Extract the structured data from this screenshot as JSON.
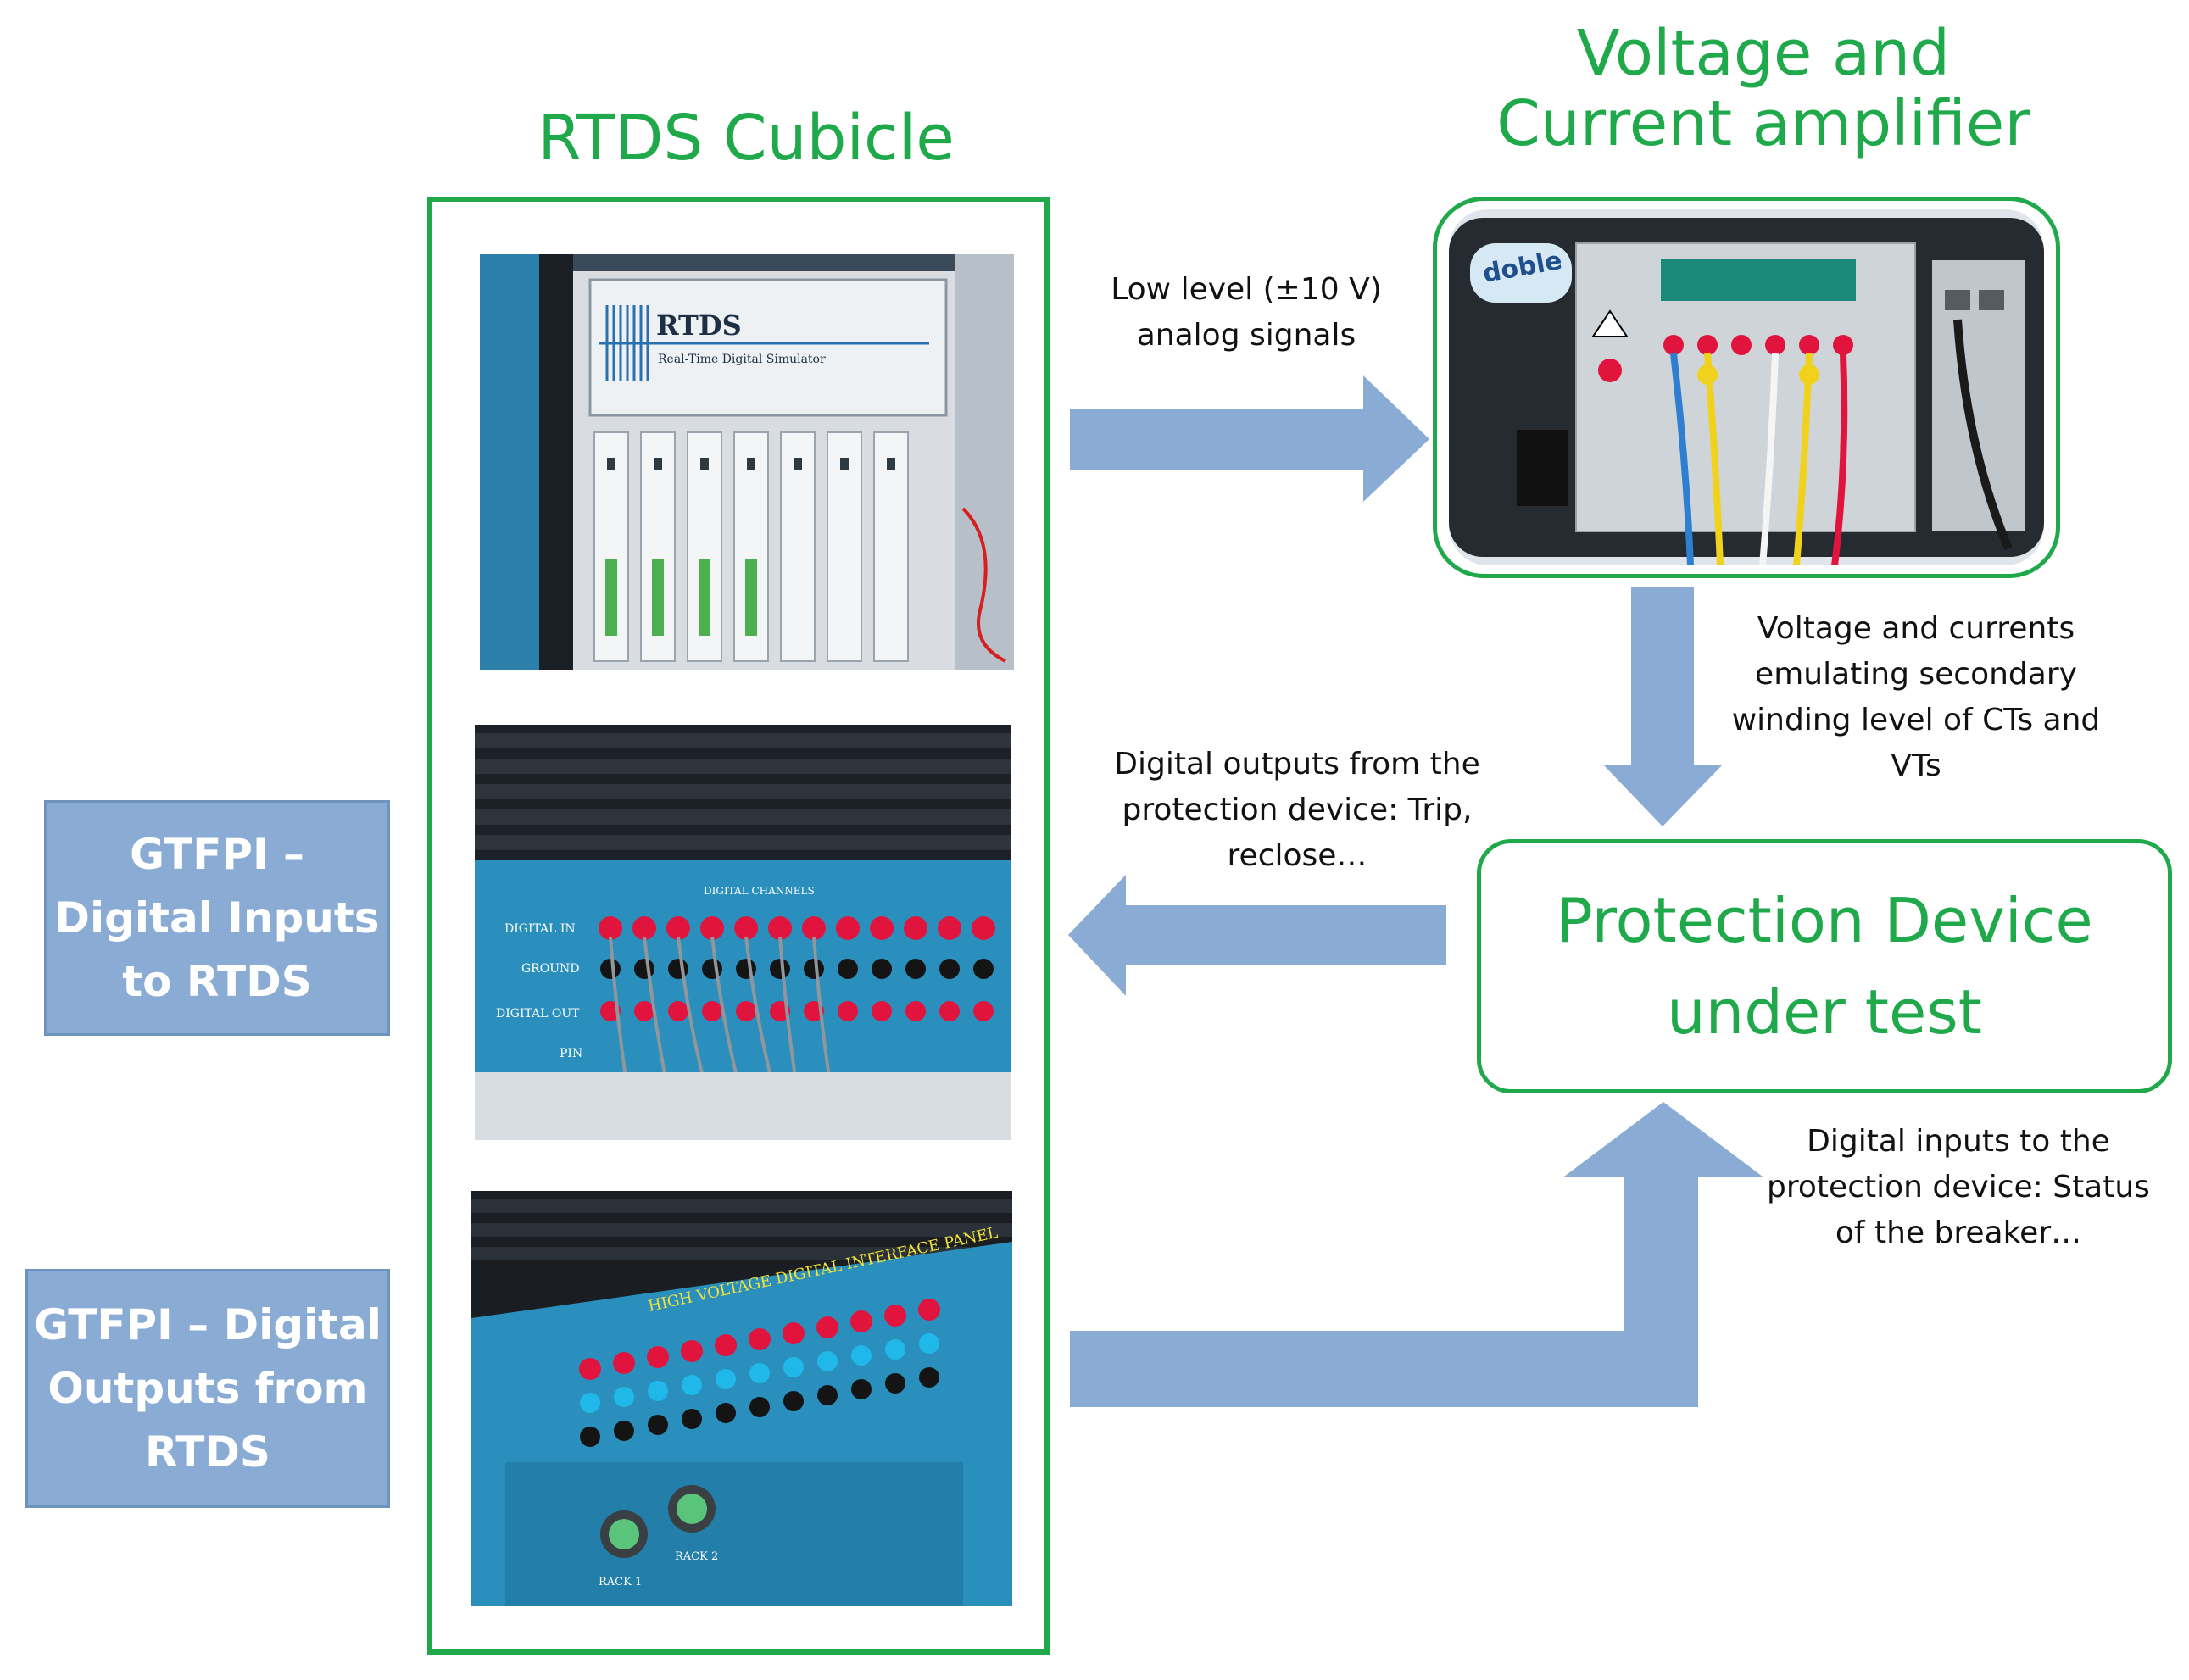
{
  "colors": {
    "accent_green": "#1fa94b",
    "arrow_blue": "#8aacd4",
    "box_blue": "#8aacd4",
    "panel_blue": "#2a8fbd"
  },
  "cubicle": {
    "title": "RTDS Cubicle"
  },
  "amplifier": {
    "title": "Voltage and\nCurrent amplifier"
  },
  "device": {
    "title": "Protection Device\nunder test"
  },
  "side_boxes": {
    "inputs": "GTFPI –\nDigital Inputs\nto RTDS",
    "outputs": "GTFPI – Digital\nOutputs from\nRTDS"
  },
  "captions": {
    "analog": "Low level (±10 V)\nanalog signals",
    "voltage_currents": "Voltage and currents\nemulating secondary\nwinding level of CTs and\nVTs",
    "digital_outputs": "Digital outputs from the\nprotection device: Trip,\nreclose…",
    "digital_inputs": "Digital inputs to the\nprotection device: Status\nof the breaker…"
  },
  "photos": {
    "rtds": {
      "brand": "RTDS",
      "tagline": "Real-Time Digital Simulator"
    },
    "gtfpi_in": {
      "header": "DIGITAL CHANNELS",
      "row1": "DIGITAL IN",
      "row2": "GROUND",
      "row3": "DIGITAL OUT",
      "row4": "PIN"
    },
    "gtfpi_out": {
      "header": "HIGH VOLTAGE DIGITAL INTERFACE PANEL",
      "rack1": "RACK 1",
      "rack2": "RACK 2"
    },
    "amplifier": {
      "brand": "doble"
    }
  }
}
